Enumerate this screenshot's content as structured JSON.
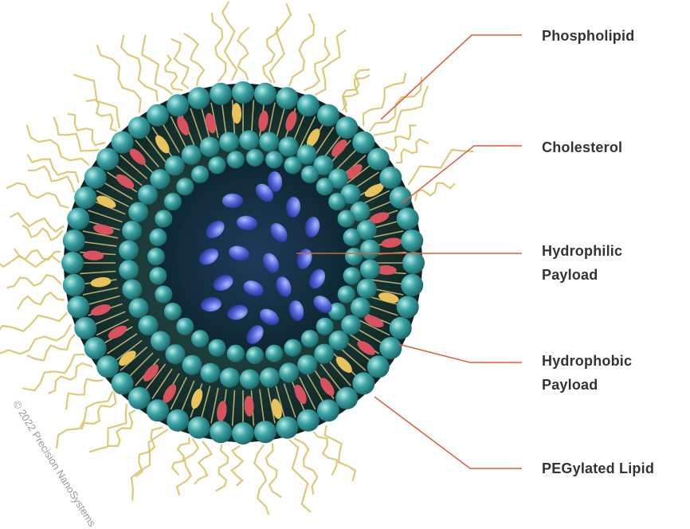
{
  "figure": {
    "labels": [
      {
        "key": "phospholipid",
        "lines": [
          "Phospholipid"
        ]
      },
      {
        "key": "cholesterol",
        "lines": [
          "Cholesterol"
        ]
      },
      {
        "key": "hydrophilic-payload",
        "lines": [
          "Hydrophilic",
          "Payload"
        ]
      },
      {
        "key": "hydrophobic-payload",
        "lines": [
          "Hydrophobic",
          "Payload"
        ]
      },
      {
        "key": "pegylated-lipid",
        "lines": [
          "PEGylated Lipid"
        ]
      }
    ],
    "copyright": "© 2022 Precision NanoSystems"
  },
  "colors": {
    "leader_line": "#d9633f",
    "lipid_head": "#3ba3a4",
    "lipid_head_light": "#8fd6d3",
    "lipid_tail": "#e7d48a",
    "cholesterol_red": "#d9535f",
    "cholesterol_yellow": "#e8c25a",
    "peg_chain": "#d8c46a",
    "core": "#0f2d3c",
    "payload_blue": "#4f63d8",
    "payload_blue_light": "#8e9cf2",
    "label_text": "#333333"
  }
}
